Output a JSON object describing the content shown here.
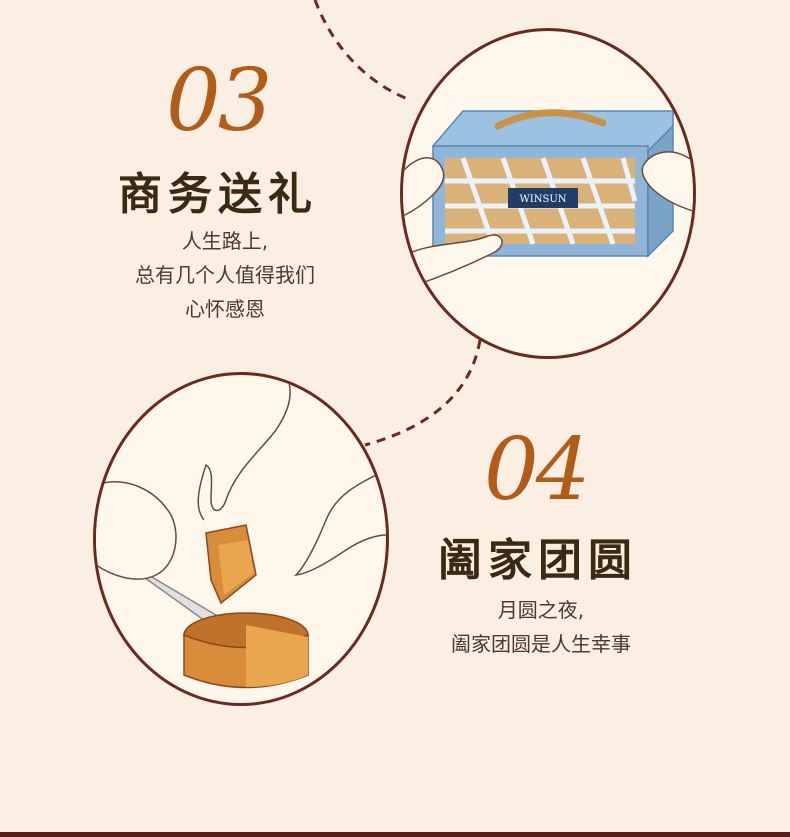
{
  "sections": [
    {
      "number": "03",
      "title": "商务送礼",
      "lines": [
        "人生路上,",
        "总有几个人值得我们",
        "心怀感恩"
      ],
      "image": "gift-box-illustration",
      "box_brand": "WINSUN"
    },
    {
      "number": "04",
      "title": "阖家团圆",
      "lines": [
        "月圆之夜,",
        "阖家团圆是人生幸事"
      ],
      "image": "mooncake-cutting-illustration"
    }
  ],
  "colors": {
    "background": "#fbeee2",
    "number": "#b25c1a",
    "title": "#3b2a12",
    "text": "#4a3a30",
    "accent": "#6b2a1e",
    "box": "#8fb6d8"
  }
}
